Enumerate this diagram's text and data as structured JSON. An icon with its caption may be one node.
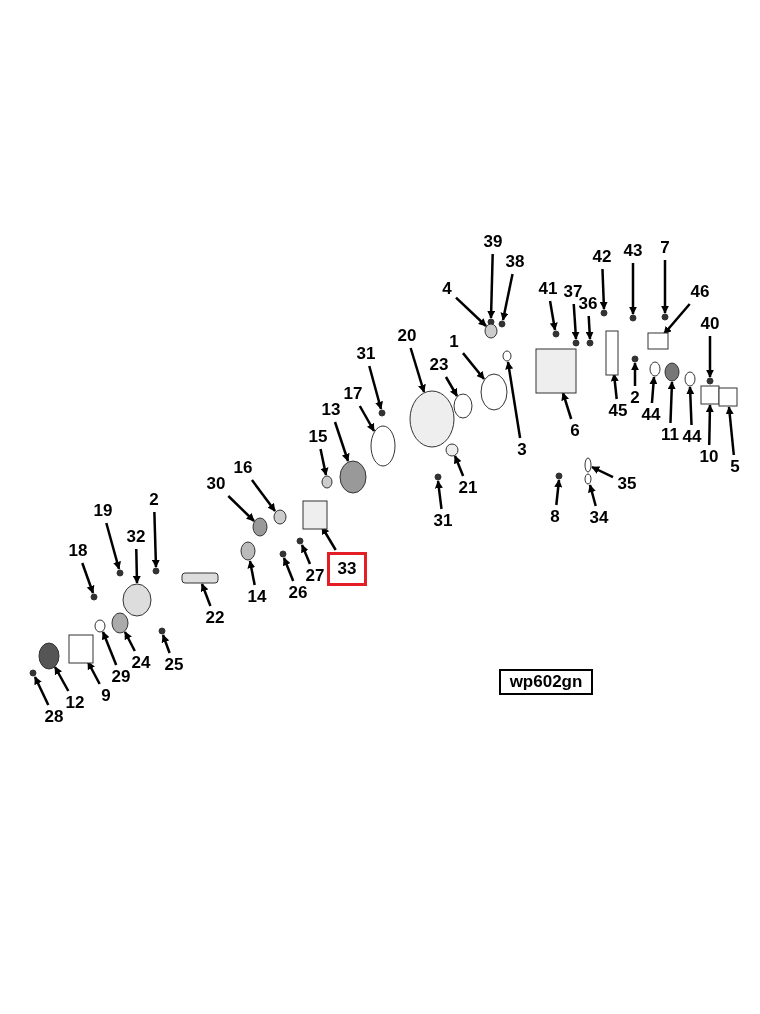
{
  "diagram": {
    "nodes": [
      {
        "text": [
          "39"
        ]
      },
      {
        "text": [
          "43"
        ]
      },
      {
        "text": [
          "7"
        ]
      },
      {
        "text": [
          "42"
        ]
      },
      {
        "text": [
          "38"
        ]
      },
      {
        "text": [
          "4"
        ]
      },
      {
        "text": [
          "41"
        ]
      },
      {
        "text": [
          "37"
        ]
      },
      {
        "text": [
          "46"
        ]
      },
      {
        "text": [
          "36"
        ]
      },
      {
        "text": [
          "40"
        ]
      },
      {
        "text": [
          "20"
        ]
      },
      {
        "text": [
          "1"
        ]
      },
      {
        "text": [
          "31"
        ]
      },
      {
        "text": [
          "23"
        ]
      },
      {
        "text": [
          "17"
        ]
      },
      {
        "text": [
          "13"
        ]
      },
      {
        "text": [
          "15"
        ]
      },
      {
        "text": [
          "6"
        ]
      },
      {
        "text": [
          "2"
        ]
      },
      {
        "text": [
          "45"
        ]
      },
      {
        "text": [
          "44"
        ]
      },
      {
        "text": [
          "3"
        ]
      },
      {
        "text": [
          "11"
        ]
      },
      {
        "text": [
          "44"
        ]
      },
      {
        "text": [
          "10"
        ]
      },
      {
        "text": [
          "5"
        ]
      },
      {
        "text": [
          "16"
        ]
      },
      {
        "text": [
          "30"
        ]
      },
      {
        "text": [
          "21"
        ]
      },
      {
        "text": [
          "35"
        ]
      },
      {
        "text": [
          "2"
        ]
      },
      {
        "text": [
          "19"
        ]
      },
      {
        "text": [
          "8"
        ]
      },
      {
        "text": [
          "34"
        ]
      },
      {
        "text": [
          "31"
        ]
      },
      {
        "text": [
          "32"
        ]
      },
      {
        "text": [
          "18"
        ]
      },
      {
        "text": [
          "33"
        ]
      },
      {
        "text": [
          "27"
        ]
      },
      {
        "text": [
          "26"
        ]
      },
      {
        "text": [
          "14"
        ]
      },
      {
        "text": [
          "22"
        ]
      },
      {
        "text": [
          "25"
        ]
      },
      {
        "text": [
          "24"
        ]
      },
      {
        "text": [
          "29"
        ]
      },
      {
        "text": [
          "9"
        ]
      },
      {
        "text": [
          "12"
        ]
      },
      {
        "text": [
          "28"
        ]
      },
      {
        "text": [
          "wp602gn"
        ]
      },
      {
        "text": [],
        "shape": "circle"
      },
      {
        "text": [],
        "shape": "circle"
      },
      {
        "text": [],
        "shape": "circle"
      },
      {
        "text": [],
        "shape": "circle"
      },
      {
        "text": [],
        "shape": "circle"
      },
      {
        "text": [],
        "shape": "circle"
      },
      {
        "text": [],
        "shape": "circle"
      },
      {
        "text": [],
        "shape": "circle"
      },
      {
        "text": [],
        "shape": "box"
      },
      {
        "text": [],
        "shape": "circle"
      },
      {
        "text": [],
        "shape": "circle"
      },
      {
        "text": [],
        "shape": "circle"
      },
      {
        "text": [],
        "shape": "circle"
      },
      {
        "text": [],
        "shape": "circle"
      },
      {
        "text": [],
        "shape": "circle"
      },
      {
        "text": [],
        "shape": "circle"
      },
      {
        "text": [],
        "shape": "circle"
      },
      {
        "text": [],
        "shape": "circle"
      },
      {
        "text": [],
        "shape": "box"
      },
      {
        "text": [],
        "shape": "circle"
      },
      {
        "text": [],
        "shape": "box"
      },
      {
        "text": [],
        "shape": "circle"
      },
      {
        "text": [],
        "shape": "circle"
      },
      {
        "text": [],
        "shape": "circle"
      },
      {
        "text": [],
        "shape": "circle"
      },
      {
        "text": [],
        "shape": "box"
      },
      {
        "text": [],
        "shape": "box"
      },
      {
        "text": [],
        "shape": "circle"
      },
      {
        "text": [],
        "shape": "circle"
      },
      {
        "text": [],
        "shape": "circle"
      },
      {
        "text": [],
        "shape": "circle"
      },
      {
        "text": [],
        "shape": "circle"
      },
      {
        "text": [],
        "shape": "circle"
      },
      {
        "text": [],
        "shape": "circle"
      },
      {
        "text": [],
        "shape": "circle"
      },
      {
        "text": [],
        "shape": "circle"
      },
      {
        "text": [],
        "shape": "circle"
      },
      {
        "text": [],
        "shape": "circle"
      },
      {
        "text": [],
        "shape": "box"
      },
      {
        "text": [],
        "shape": "circle"
      },
      {
        "text": [],
        "shape": "circle"
      },
      {
        "text": [],
        "shape": "circle"
      },
      {
        "text": [],
        "shape": "bar"
      },
      {
        "text": [],
        "shape": "circle"
      },
      {
        "text": [],
        "shape": "circle"
      },
      {
        "text": [],
        "shape": "circle"
      },
      {
        "text": [],
        "shape": "box"
      },
      {
        "text": [],
        "shape": "circle"
      },
      {
        "text": [],
        "shape": "circle"
      }
    ],
    "edges": [
      {
        "from": 0,
        "to": 50,
        "arrow": "to"
      },
      {
        "from": 1,
        "to": 51,
        "arrow": "to"
      },
      {
        "from": 2,
        "to": 52,
        "arrow": "to"
      },
      {
        "from": 3,
        "to": 53,
        "arrow": "to"
      },
      {
        "from": 4,
        "to": 54,
        "arrow": "to"
      },
      {
        "from": 5,
        "to": 55,
        "arrow": "to"
      },
      {
        "from": 6,
        "to": 56,
        "arrow": "to"
      },
      {
        "from": 7,
        "to": 57,
        "arrow": "to"
      },
      {
        "from": 8,
        "to": 58,
        "arrow": "to"
      },
      {
        "from": 9,
        "to": 59,
        "arrow": "to"
      },
      {
        "from": 10,
        "to": 60,
        "arrow": "to"
      },
      {
        "from": 11,
        "to": 61,
        "arrow": "to"
      },
      {
        "from": 12,
        "to": 62,
        "arrow": "to"
      },
      {
        "from": 13,
        "to": 63,
        "arrow": "to"
      },
      {
        "from": 14,
        "to": 64,
        "arrow": "to"
      },
      {
        "from": 15,
        "to": 65,
        "arrow": "to"
      },
      {
        "from": 16,
        "to": 66,
        "arrow": "to"
      },
      {
        "from": 17,
        "to": 67,
        "arrow": "to"
      },
      {
        "from": 18,
        "to": 68,
        "arrow": "to"
      },
      {
        "from": 19,
        "to": 69,
        "arrow": "to"
      },
      {
        "from": 20,
        "to": 70,
        "arrow": "to"
      },
      {
        "from": 21,
        "to": 71,
        "arrow": "to"
      },
      {
        "from": 22,
        "to": 72,
        "arrow": "to"
      },
      {
        "from": 23,
        "to": 73,
        "arrow": "to"
      },
      {
        "from": 24,
        "to": 74,
        "arrow": "to"
      },
      {
        "from": 25,
        "to": 75,
        "arrow": "to"
      },
      {
        "from": 26,
        "to": 76,
        "arrow": "to"
      },
      {
        "from": 27,
        "to": 77,
        "arrow": "to"
      },
      {
        "from": 28,
        "to": 78,
        "arrow": "to"
      },
      {
        "from": 29,
        "to": 79,
        "arrow": "to"
      },
      {
        "from": 30,
        "to": 80,
        "arrow": "to"
      },
      {
        "from": 31,
        "to": 81,
        "arrow": "to"
      },
      {
        "from": 32,
        "to": 82,
        "arrow": "to"
      },
      {
        "from": 33,
        "to": 83,
        "arrow": "to"
      },
      {
        "from": 34,
        "to": 84,
        "arrow": "to"
      },
      {
        "from": 35,
        "to": 85,
        "arrow": "to"
      },
      {
        "from": 36,
        "to": 86,
        "arrow": "to"
      },
      {
        "from": 37,
        "to": 87,
        "arrow": "to"
      },
      {
        "from": 38,
        "to": 88,
        "arrow": "to"
      },
      {
        "from": 39,
        "to": 89,
        "arrow": "to"
      },
      {
        "from": 40,
        "to": 90,
        "arrow": "to"
      },
      {
        "from": 41,
        "to": 91,
        "arrow": "to"
      },
      {
        "from": 42,
        "to": 92,
        "arrow": "to"
      },
      {
        "from": 43,
        "to": 93,
        "arrow": "to"
      },
      {
        "from": 44,
        "to": 94,
        "arrow": "to"
      },
      {
        "from": 45,
        "to": 95,
        "arrow": "to"
      },
      {
        "from": 46,
        "to": 96,
        "arrow": "to"
      },
      {
        "from": 47,
        "to": 97,
        "arrow": "to"
      },
      {
        "from": 48,
        "to": 98,
        "arrow": "to"
      }
    ]
  }
}
